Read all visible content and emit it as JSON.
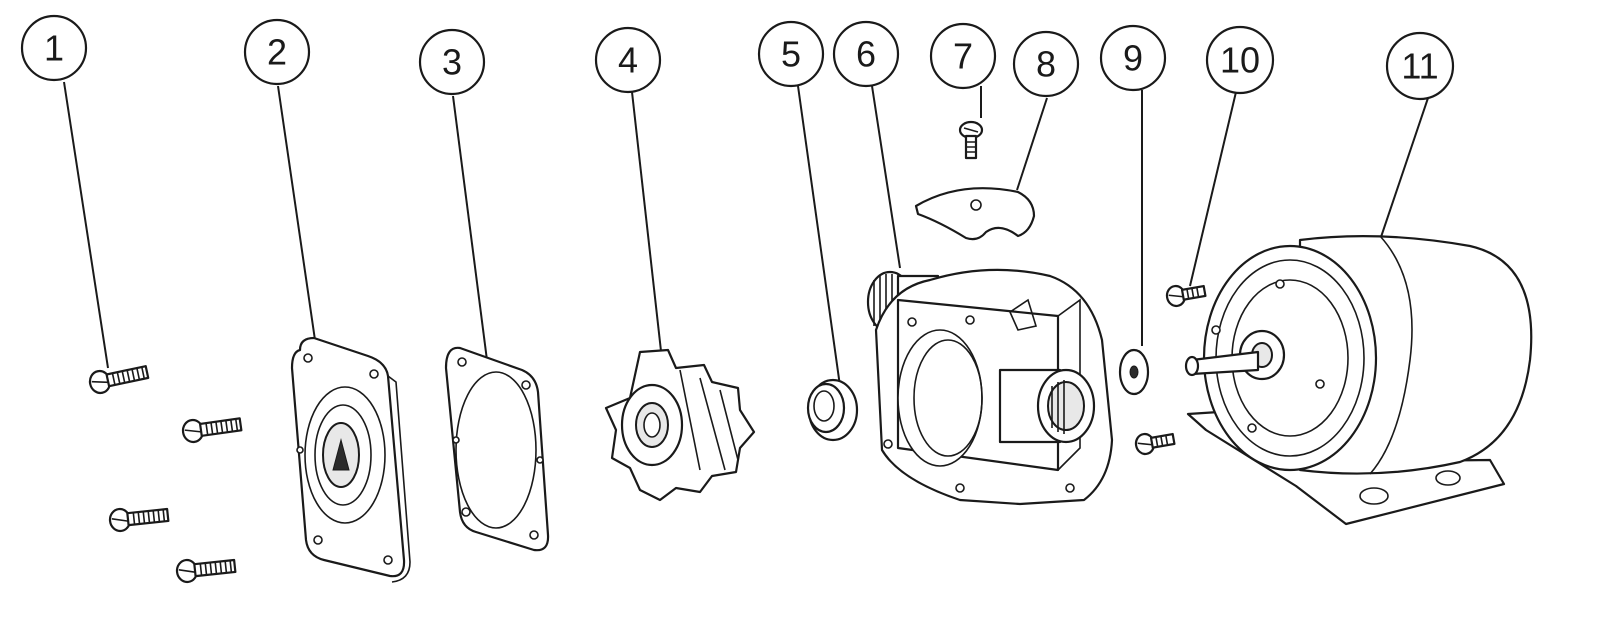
{
  "diagram": {
    "callouts": [
      {
        "id": "1",
        "label": "1",
        "part": "screw"
      },
      {
        "id": "2",
        "label": "2",
        "part": "end-cover"
      },
      {
        "id": "3",
        "label": "3",
        "part": "gasket"
      },
      {
        "id": "4",
        "label": "4",
        "part": "impeller"
      },
      {
        "id": "5",
        "label": "5",
        "part": "seal"
      },
      {
        "id": "6",
        "label": "6",
        "part": "pump-body"
      },
      {
        "id": "7",
        "label": "7",
        "part": "small-screw"
      },
      {
        "id": "8",
        "label": "8",
        "part": "cam"
      },
      {
        "id": "9",
        "label": "9",
        "part": "washer"
      },
      {
        "id": "10",
        "label": "10",
        "part": "motor-screw"
      },
      {
        "id": "11",
        "label": "11",
        "part": "motor"
      }
    ]
  }
}
